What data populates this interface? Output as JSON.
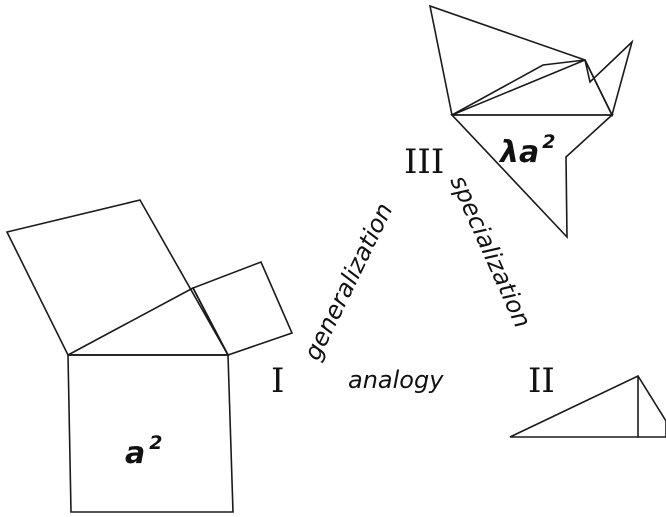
{
  "labels": {
    "node_I": "I",
    "node_II": "II",
    "node_III": "III",
    "edge_generalization": "generalization",
    "edge_specialization": "specialization",
    "edge_analogy": "analogy"
  },
  "area_labels": {
    "square_base": "a",
    "square_exp": "2",
    "similar_coef": "λa",
    "similar_exp": "2"
  }
}
